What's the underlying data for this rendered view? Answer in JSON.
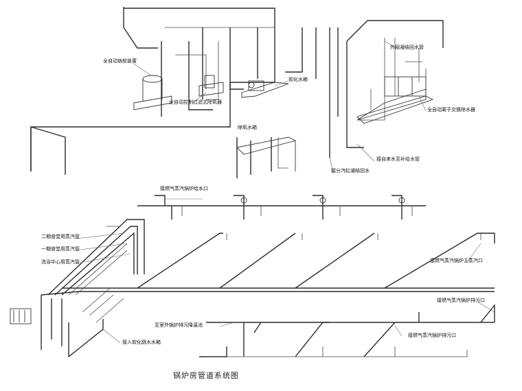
{
  "drawing": {
    "title": "锅炉房管道系统图",
    "labels": {
      "auto_softener": "全自动钠软装置",
      "auto_filter": "全自动控制过滤式除氧器",
      "soft_water_tank": "软化水箱",
      "deaerator_tank": "除氧水箱",
      "outer_condensate": "外网凝结回水管",
      "auto_ion_exchanger": "全自动离子交换除水器",
      "tap_water_supply": "接自来水至补给水管",
      "condensate_return": "接分汽缸凝结回水",
      "boiler_feed": "接燃气蒸汽锅炉给水口",
      "steam_pipe_2f": "二期食堂用蒸汽管",
      "steam_pipe_1f": "一期食堂用蒸汽管",
      "steam_pipe_laundry": "洗浴中心用蒸汽管",
      "boiler_main_steam": "接燃气蒸汽锅炉主蒸汽口",
      "boiler_blowdown_1": "接燃气蒸汽锅炉排污口",
      "boiler_blowdown_2": "接燃气蒸汽锅炉排污口",
      "outdoor_drain": "至室外锅炉排污降温池",
      "soft_water_tank_in": "接入软化跳水水箱"
    }
  }
}
